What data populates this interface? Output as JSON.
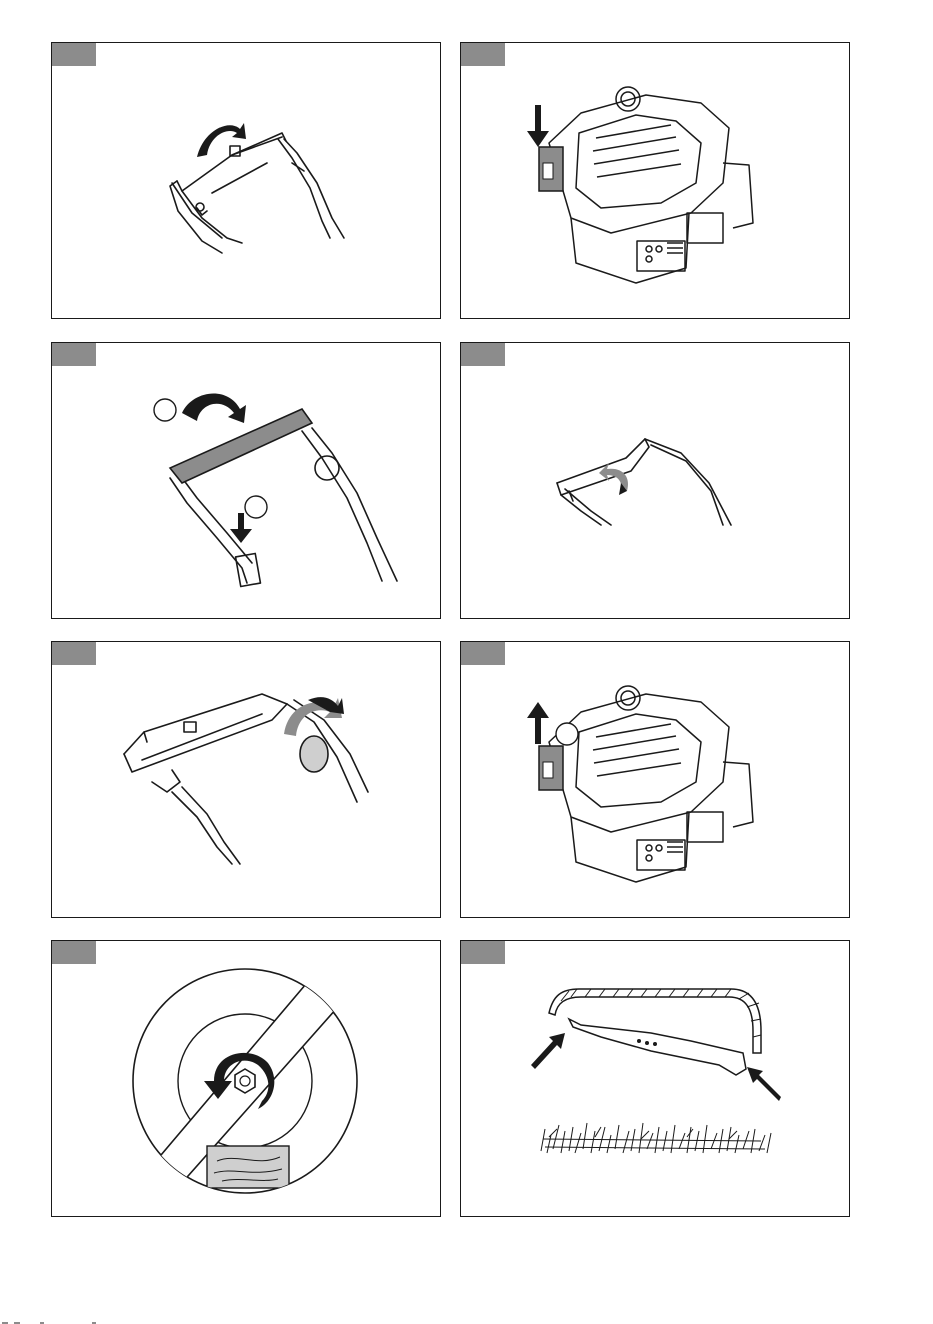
{
  "page": {
    "type": "illustrated-instruction-sheet",
    "panel_count": 8
  },
  "panels": [
    {
      "id": "handle-fold",
      "label": "",
      "icon": "handle-rotate-icon"
    },
    {
      "id": "engine-press",
      "label": "",
      "icon": "engine-press-icon"
    },
    {
      "id": "handle-lever",
      "label": "",
      "icon": "handle-lever-icon"
    },
    {
      "id": "handle-bar",
      "label": "",
      "icon": "handle-bar-icon"
    },
    {
      "id": "handle-knob",
      "label": "",
      "icon": "knob-rotate-icon"
    },
    {
      "id": "engine-lift",
      "label": "",
      "icon": "engine-lift-icon"
    },
    {
      "id": "blade-unscrew",
      "label": "",
      "icon": "blade-bolt-icon"
    },
    {
      "id": "blade-grass",
      "label": "",
      "icon": "blade-grass-icon"
    }
  ],
  "colors": {
    "line": "#1a1a1a",
    "tab": "#8c8c8c",
    "grey_fill": "#9a9a9a",
    "light_fill": "#cfcfcf"
  }
}
